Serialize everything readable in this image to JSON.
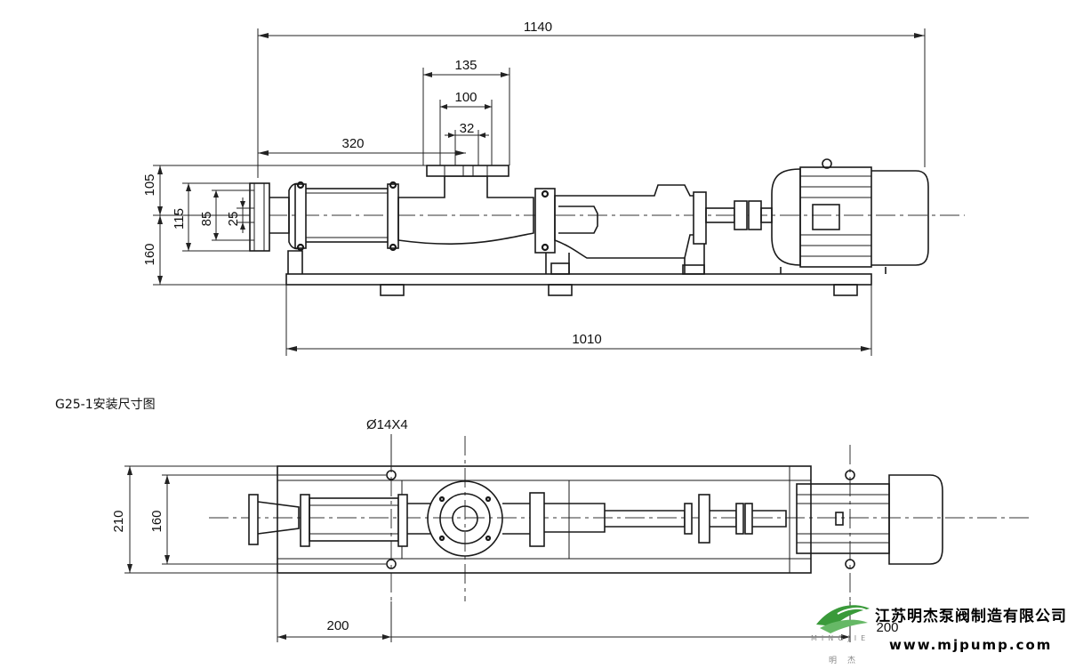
{
  "caption": "G25-1安装尺寸图",
  "dims": {
    "overall_length": "1140",
    "outlet_flange_outer": "135",
    "outlet_flange_pcd": "100",
    "outlet_bore": "32",
    "inlet_to_outlet": "320",
    "upper_height": "105",
    "lower_height": "160",
    "flange_outer": "115",
    "flange_pcd": "85",
    "flange_bore": "25",
    "base_length": "1010",
    "bolt_holes": "Ø14X4",
    "base_width": "210",
    "bolt_spacing_width": "160",
    "bolt_offset_left": "200",
    "bolt_spacing_right": "200"
  },
  "company": {
    "name": "江苏明杰泵阀制造有限公司",
    "url": "www.mjpump.com",
    "logo_text": "MINGJIE",
    "logo_sub": "明杰",
    "logo_color": "#3a9a3a"
  }
}
